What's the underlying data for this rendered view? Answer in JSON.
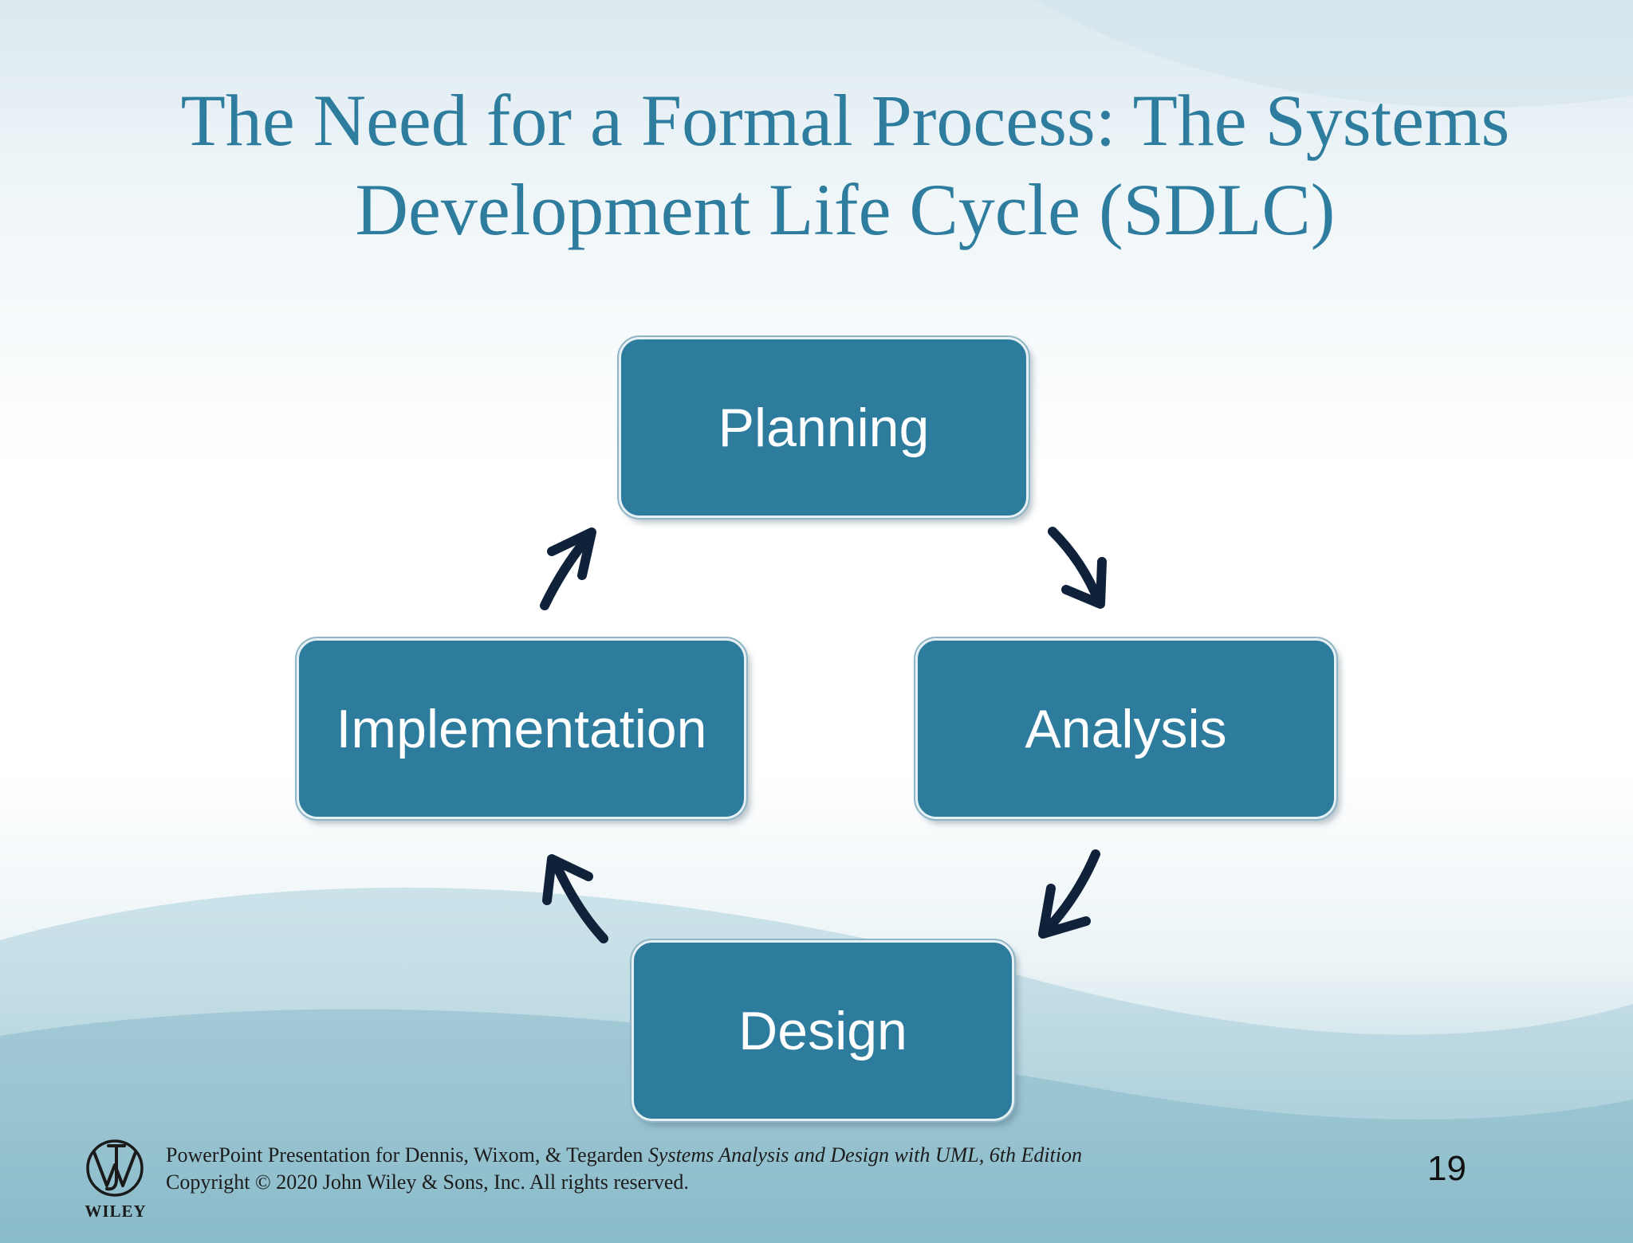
{
  "slide": {
    "title_line1": "The Need for a Formal Process: The Systems",
    "title_line2": "Development Life Cycle (SDLC)",
    "accent_color": "#2d7c9e",
    "title_color": "#2e7d9f",
    "arrow_color": "#0f2239"
  },
  "cycle": {
    "nodes": [
      {
        "id": "planning",
        "label": "Planning"
      },
      {
        "id": "analysis",
        "label": "Analysis"
      },
      {
        "id": "design",
        "label": "Design"
      },
      {
        "id": "implementation",
        "label": "Implementation"
      }
    ],
    "edges": [
      {
        "from": "planning",
        "to": "analysis"
      },
      {
        "from": "analysis",
        "to": "design"
      },
      {
        "from": "design",
        "to": "implementation"
      },
      {
        "from": "implementation",
        "to": "planning"
      }
    ]
  },
  "footer": {
    "line1_prefix": "PowerPoint Presentation for Dennis, Wixom, & Tegarden ",
    "line1_book": "Systems Analysis and Design with UML, 6th Edition",
    "line2": "Copyright © 2020 John Wiley & Sons, Inc.  All rights reserved.",
    "publisher": "WILEY",
    "page_number": "19"
  }
}
